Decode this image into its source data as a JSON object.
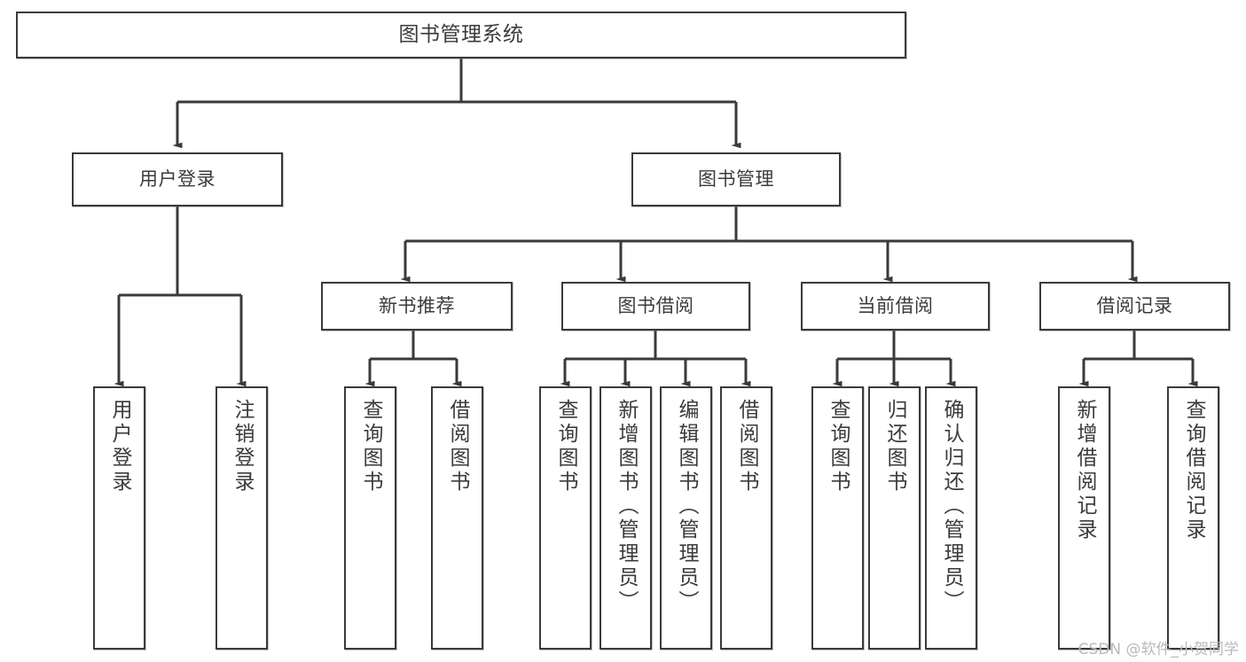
{
  "diagram": {
    "type": "tree",
    "title": "图书管理系统",
    "watermark": "CSDN @软件_小贺同学",
    "colors": {
      "background": "#ffffff",
      "stroke": "#3a3a3a",
      "text": "#3b3b3b",
      "watermark": "#b9b9b9"
    },
    "root": {
      "label": "图书管理系统"
    },
    "level1": [
      {
        "label": "用户登录"
      },
      {
        "label": "图书管理"
      }
    ],
    "level2": [
      {
        "label": "新书推荐"
      },
      {
        "label": "图书借阅"
      },
      {
        "label": "当前借阅"
      },
      {
        "label": "借阅记录"
      }
    ],
    "leaves": {
      "user_login": [
        {
          "label": "用户登录"
        },
        {
          "label": "注销登录"
        }
      ],
      "new_book_recommend": [
        {
          "label": "查询图书"
        },
        {
          "label": "借阅图书"
        }
      ],
      "book_borrow": [
        {
          "label": "查询图书"
        },
        {
          "label": "新增图书（管理员）"
        },
        {
          "label": "编辑图书（管理员）"
        },
        {
          "label": "借阅图书"
        }
      ],
      "current_borrow": [
        {
          "label": "查询图书"
        },
        {
          "label": "归还图书"
        },
        {
          "label": "确认归还（管理员）"
        }
      ],
      "borrow_record": [
        {
          "label": "新增借阅记录"
        },
        {
          "label": "查询借阅记录"
        }
      ]
    }
  }
}
